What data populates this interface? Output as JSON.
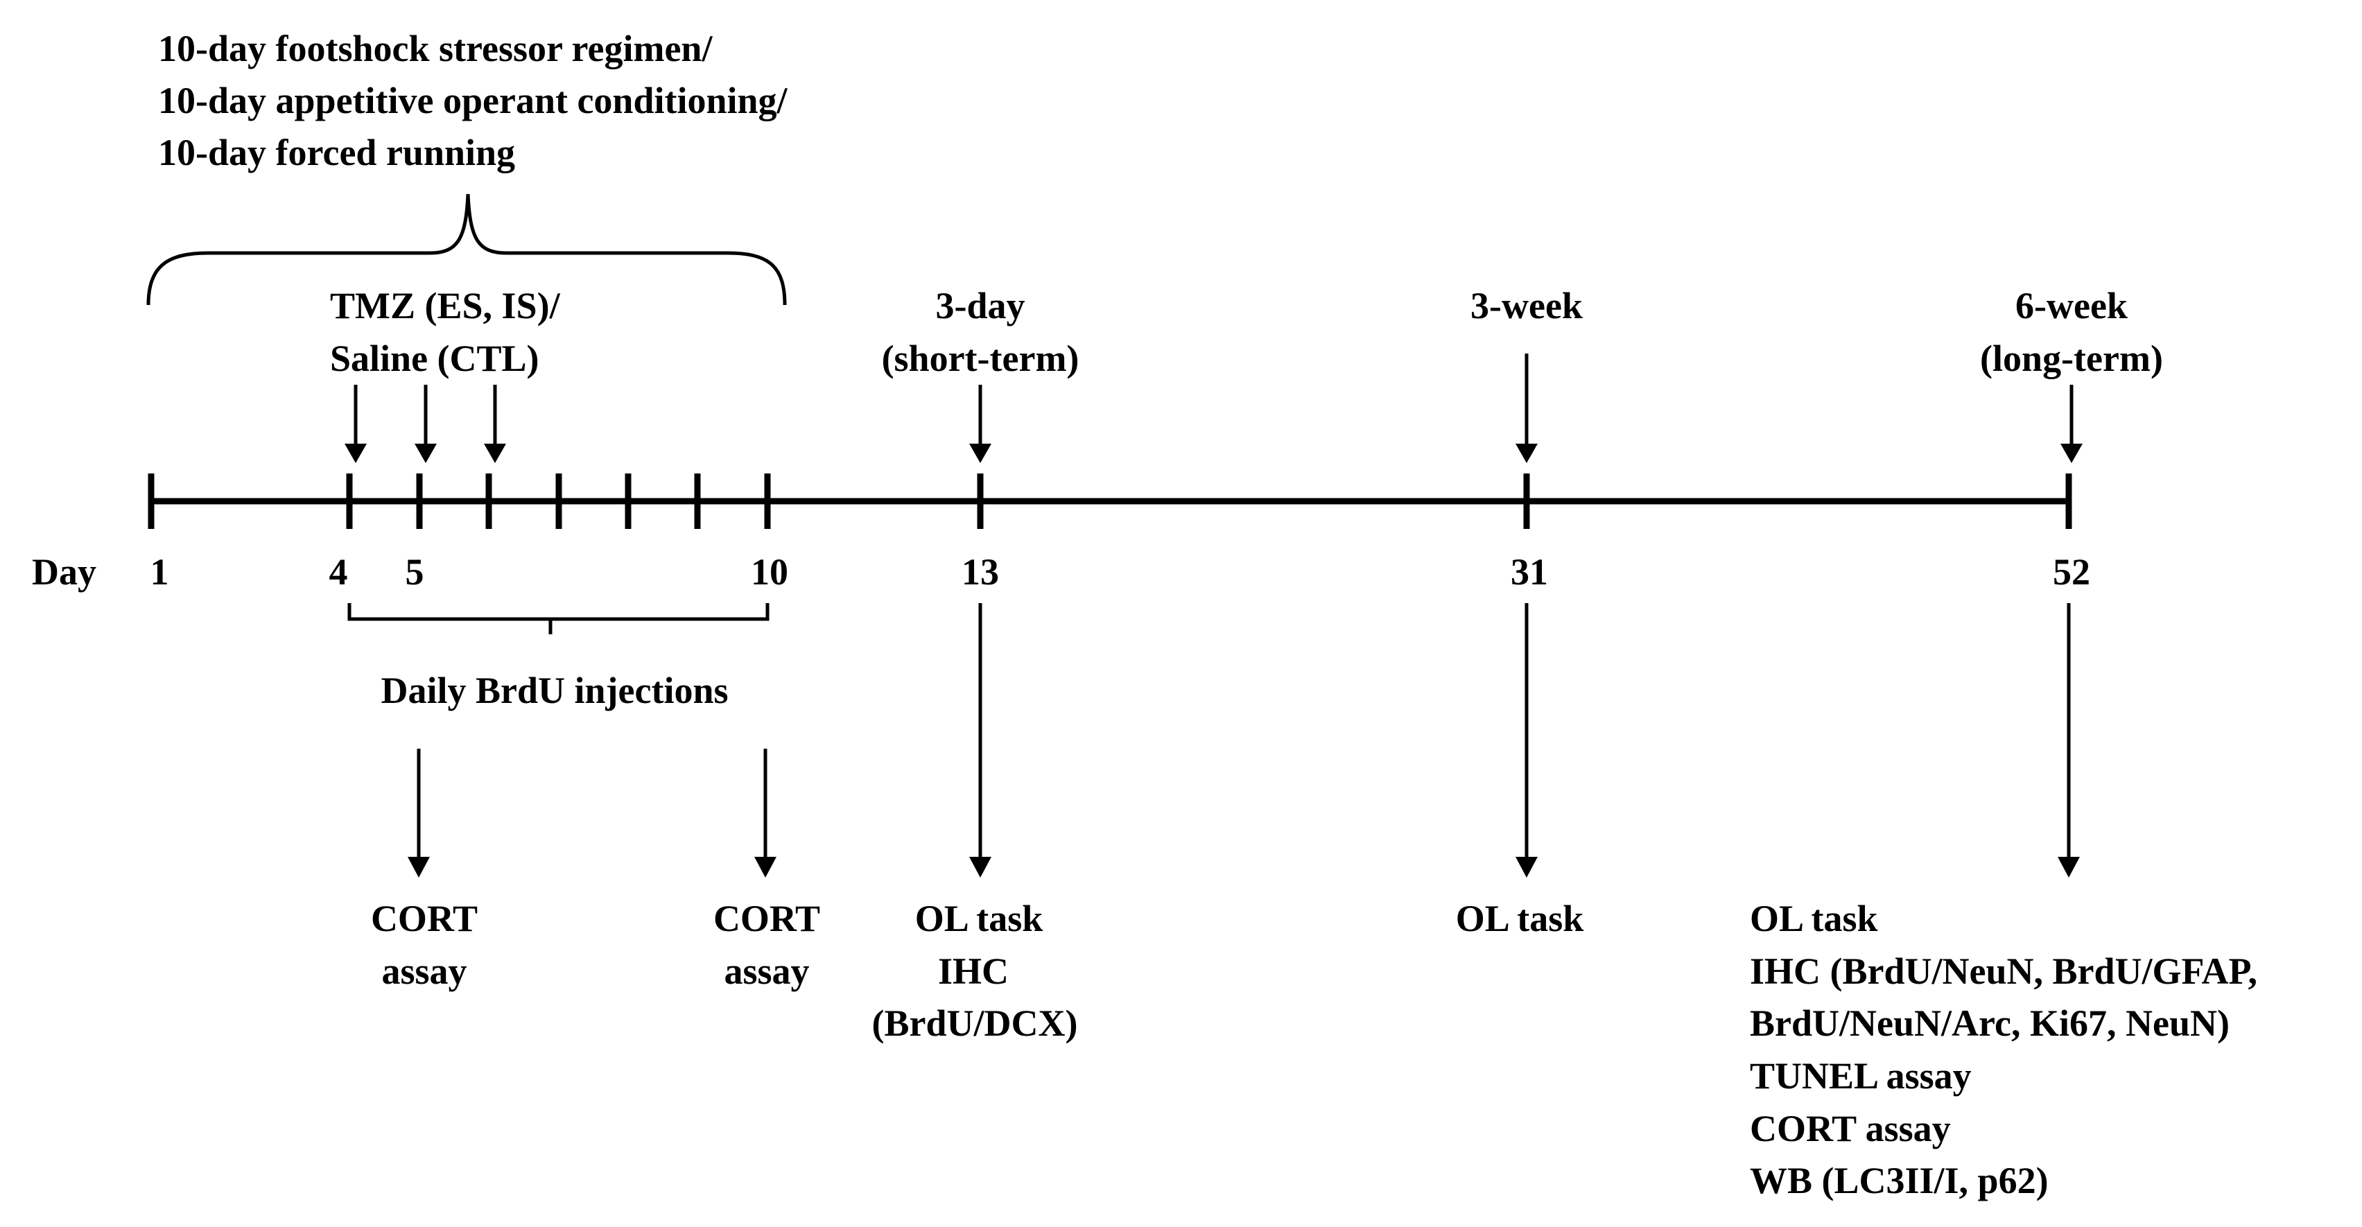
{
  "top_label": {
    "lines": [
      "10-day footshock stressor regimen/",
      "10-day appetitive operant conditioning/",
      "10-day forced running"
    ]
  },
  "tmz_label": {
    "lines": [
      "TMZ (ES, IS)/",
      "Saline (CTL)"
    ]
  },
  "timepoints": {
    "short": {
      "lines": [
        "3-day",
        "(short-term)"
      ]
    },
    "week3": {
      "lines": [
        "3-week"
      ]
    },
    "long": {
      "lines": [
        "6-week",
        "(long-term)"
      ]
    }
  },
  "axis": {
    "label": "Day",
    "day_labels": [
      "1",
      "4",
      "5",
      "10",
      "13",
      "31",
      "52"
    ]
  },
  "brdu_label": "Daily BrdU injections",
  "outcomes": {
    "cort1": {
      "lines": [
        "CORT",
        "assay"
      ]
    },
    "cort2": {
      "lines": [
        "CORT",
        "assay"
      ]
    },
    "day13": {
      "lines": [
        "OL task",
        "IHC",
        "(BrdU/DCX)"
      ]
    },
    "day31": {
      "lines": [
        "OL task"
      ]
    },
    "day52": {
      "lines": [
        "OL task",
        "IHC (BrdU/NeuN, BrdU/GFAP,",
        "BrdU/NeuN/Arc, Ki67, NeuN)",
        "TUNEL assay",
        "CORT assay",
        "WB (LC3II/I, p62)"
      ]
    }
  }
}
